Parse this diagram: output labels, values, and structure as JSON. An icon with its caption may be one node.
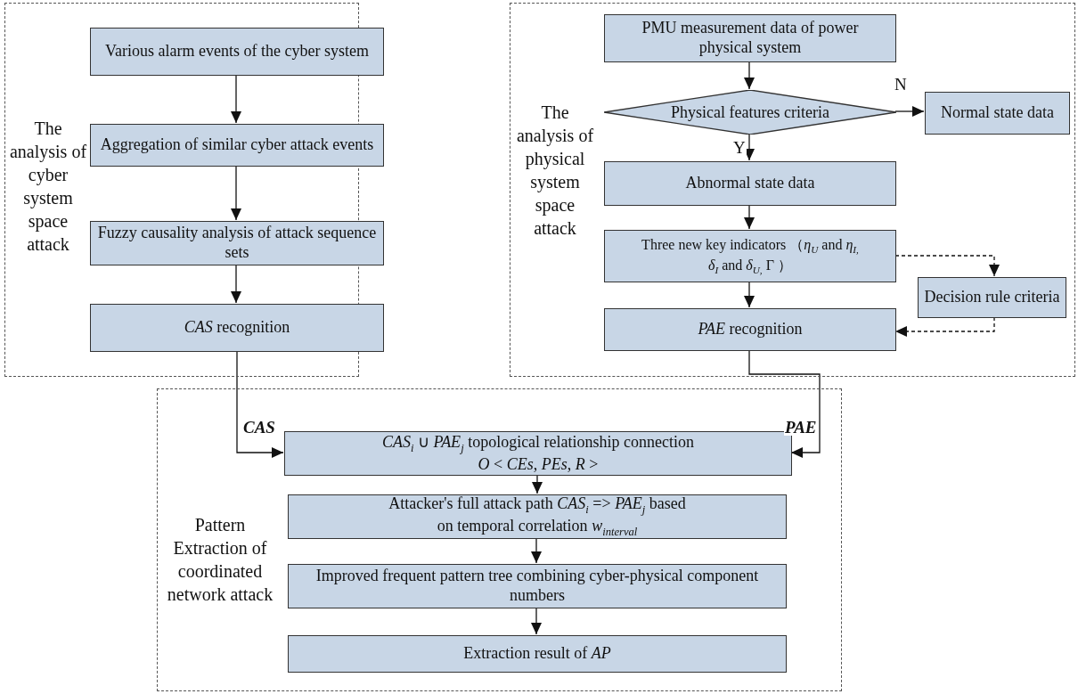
{
  "diagram": {
    "nodes": [
      {
        "text": [
          "The analysis of cyber system space attack"
        ]
      },
      {
        "text": [
          "Various alarm events of the cyber system"
        ],
        "in": 0
      },
      {
        "text": [
          "Aggregation of similar cyber attack events"
        ],
        "in": 0
      },
      {
        "text": [
          "Fuzzy causality analysis of attack sequence sets"
        ],
        "in": 0
      },
      {
        "text": [
          "*CAS* recognition"
        ],
        "in": 0
      },
      {
        "text": [
          "The analysis of physical system space attack"
        ]
      },
      {
        "text": [
          "PMU measurement data of power physical system"
        ],
        "in": 5
      },
      {
        "text": [
          "Physical features criteria"
        ],
        "in": 5
      },
      {
        "text": [
          "Normal state data"
        ],
        "in": 5
      },
      {
        "text": [
          "Abnormal state data"
        ],
        "in": 5
      },
      {
        "text": [
          "Three new key indicators （*η*$_{U}$ and *η*$_{I,}$ *δ*$_{I}$ and *δ*$_{U,}$ Γ ）"
        ],
        "in": 5
      },
      {
        "text": [
          "Decision rule criteria"
        ],
        "in": 5
      },
      {
        "text": [
          "*PAE* recognition"
        ],
        "in": 5
      },
      {
        "text": [
          "Pattern Extraction of coordinated network attack"
        ]
      },
      {
        "text": [
          "*CAS*$_{i}$ ∪ *PAE*$_{j}$ topological relationship connection",
          "*O* < *CEs*, *PEs*, *R* >"
        ],
        "in": 13
      },
      {
        "text": [
          "Attacker's full attack path *CAS*$_{i}$ => *PAE*$_{j}$ based on temporal correlation *w*$_{interval}$"
        ],
        "in": 13
      },
      {
        "text": [
          "Improved frequent pattern tree combining cyber-physical component numbers"
        ],
        "in": 13
      },
      {
        "text": [
          "Extraction result of *AP*"
        ],
        "in": 13
      }
    ],
    "edges": [
      {
        "from": 1,
        "to": 2,
        "arrow": "to"
      },
      {
        "from": 2,
        "to": 3,
        "arrow": "to"
      },
      {
        "from": 3,
        "to": 4,
        "arrow": "to"
      },
      {
        "from": 6,
        "to": 7,
        "arrow": "to"
      },
      {
        "from": 7,
        "to": 8,
        "arrow": "to",
        "label": "N"
      },
      {
        "from": 7,
        "to": 9,
        "arrow": "to",
        "label": "Y"
      },
      {
        "from": 9,
        "to": 10,
        "arrow": "to"
      },
      {
        "from": 10,
        "to": 11,
        "arrow": "to",
        "style": "dashed"
      },
      {
        "from": 11,
        "to": 12,
        "arrow": "to",
        "style": "dashed"
      },
      {
        "from": 10,
        "to": 12,
        "arrow": "to"
      },
      {
        "from": 4,
        "to": 14,
        "arrow": "to",
        "label": "CAS"
      },
      {
        "from": 12,
        "to": 14,
        "arrow": "to",
        "label": "PAE"
      },
      {
        "from": 14,
        "to": 15,
        "arrow": "to"
      },
      {
        "from": 15,
        "to": 16,
        "arrow": "to"
      },
      {
        "from": 16,
        "to": 17,
        "arrow": "to"
      }
    ]
  }
}
